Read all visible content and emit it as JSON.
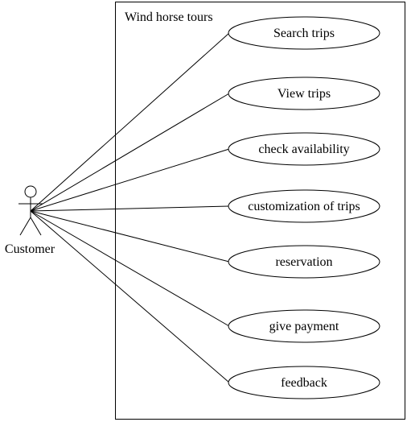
{
  "system": {
    "title": "Wind horse tours"
  },
  "actor": {
    "name": "Customer"
  },
  "use_cases": [
    {
      "label": "Search trips"
    },
    {
      "label": "View trips"
    },
    {
      "label": "check availability"
    },
    {
      "label": "customization of trips"
    },
    {
      "label": "reservation"
    },
    {
      "label": "give payment"
    },
    {
      "label": "feedback"
    }
  ]
}
